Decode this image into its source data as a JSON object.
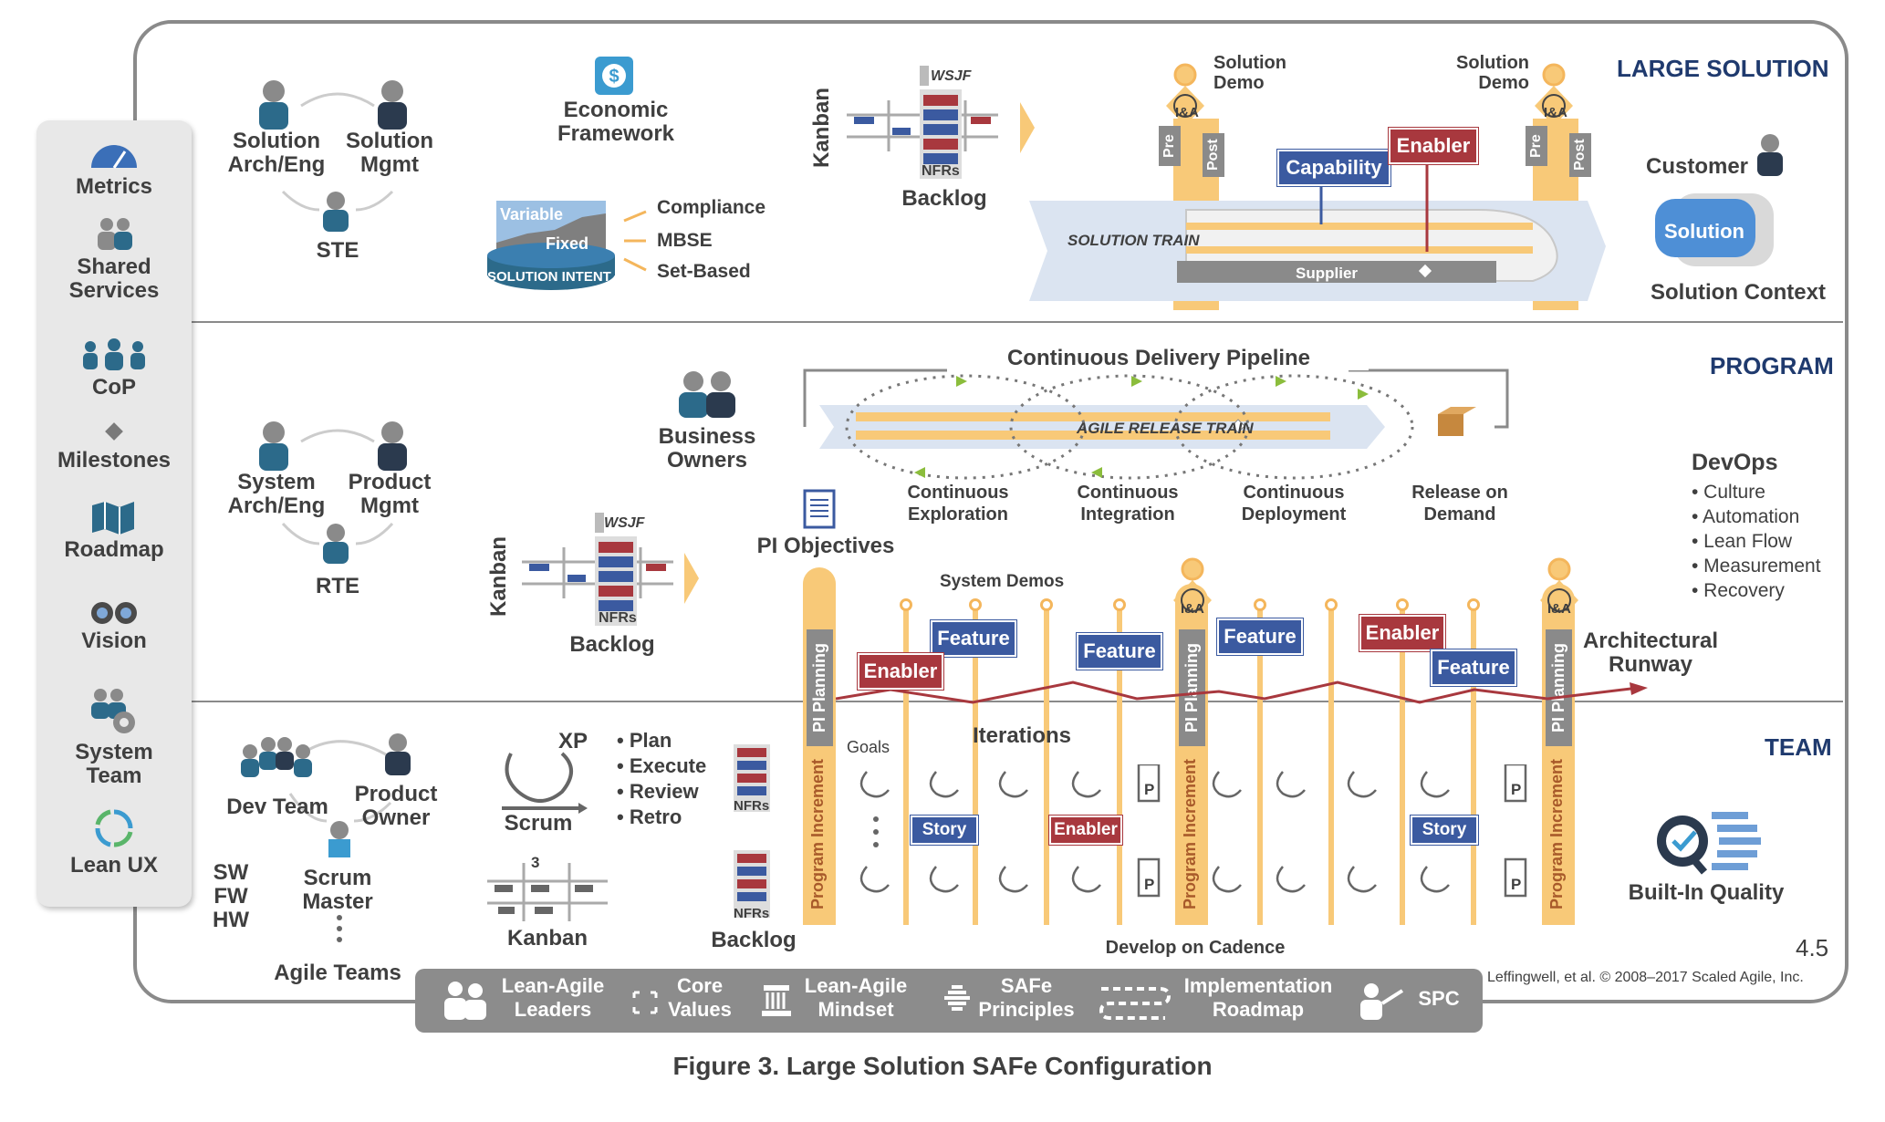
{
  "sidebar": {
    "items": [
      "Metrics",
      "Shared Services",
      "CoP",
      "Milestones",
      "Roadmap",
      "Vision",
      "System Team",
      "Lean UX"
    ]
  },
  "sections": {
    "large_solution": "LARGE SOLUTION",
    "program": "PROGRAM",
    "team": "TEAM"
  },
  "large_solution": {
    "roles": {
      "sol_arch": "Solution Arch/Eng",
      "sol_mgmt": "Solution Mgmt",
      "ste": "STE"
    },
    "economic_framework": "Economic Framework",
    "solution_intent": {
      "variable": "Variable",
      "fixed": "Fixed",
      "label": "SOLUTION INTENT",
      "items": [
        "Compliance",
        "MBSE",
        "Set-Based"
      ]
    },
    "kanban": "Kanban",
    "wsjf": "WSJF",
    "nfrs": "NFRs",
    "backlog": "Backlog",
    "solution_demo": "Solution Demo",
    "pre": "Pre",
    "post": "Post",
    "ia": "I&A",
    "capability": "Capability",
    "enabler": "Enabler",
    "solution_train": "SOLUTION TRAIN",
    "supplier": "Supplier",
    "customer": "Customer",
    "solution": "Solution",
    "solution_context": "Solution Context"
  },
  "program": {
    "roles": {
      "sys_arch": "System Arch/Eng",
      "prod_mgmt": "Product Mgmt",
      "rte": "RTE"
    },
    "business_owners": "Business Owners",
    "cdp_title": "Continuous Delivery Pipeline",
    "art": "AGILE RELEASE TRAIN",
    "cdp_steps": [
      "Continuous Exploration",
      "Continuous Integration",
      "Continuous Deployment",
      "Release on Demand"
    ],
    "kanban": "Kanban",
    "wsjf": "WSJF",
    "nfrs": "NFRs",
    "backlog": "Backlog",
    "pi_objectives": "PI Objectives",
    "system_demos": "System Demos",
    "devops": {
      "title": "DevOps",
      "items": [
        "• Culture",
        "• Automation",
        "• Lean Flow",
        "• Measurement",
        "• Recovery"
      ]
    },
    "architectural_runway": "Architectural Runway",
    "feature": "Feature",
    "enabler": "Enabler",
    "pi_planning": "PI Planning",
    "program_increment": "Program Increment"
  },
  "team": {
    "dev_team": "Dev Team",
    "product_owner": "Product Owner",
    "scrum_master": "Scrum Master",
    "sw_fw_hw": [
      "SW",
      "FW",
      "HW"
    ],
    "agile_teams": "Agile Teams",
    "xp": "XP",
    "scrum": "Scrum",
    "kanban": "Kanban",
    "kanban_num": "3",
    "ceremonies": [
      "• Plan",
      "• Execute",
      "• Review",
      "• Retro"
    ],
    "nfrs": "NFRs",
    "backlog": "Backlog",
    "goals": "Goals",
    "iterations": "Iterations",
    "story": "Story",
    "enabler": "Enabler",
    "p": "P",
    "develop_on_cadence": "Develop on Cadence",
    "built_in_quality": "Built-In Quality"
  },
  "version": "4.5",
  "copyright": "Leffingwell, et al. © 2008–2017 Scaled Agile, Inc.",
  "bottom_bar": [
    "Lean-Agile Leaders",
    "Core Values",
    "Lean-Agile Mindset",
    "SAFe Principles",
    "Implementation Roadmap",
    "SPC"
  ],
  "caption": "Figure 3. Large Solution SAFe Configuration",
  "colors": {
    "navy": "#3b5aa0",
    "red": "#a8383e",
    "orange": "#f8c978",
    "teal": "#2c6a8a",
    "gray": "#8a8a8a"
  }
}
